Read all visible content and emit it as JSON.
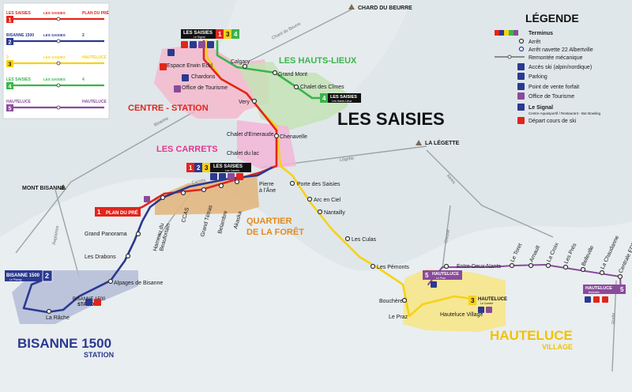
{
  "map": {
    "title": "LES SAISIES",
    "zones": {
      "centre_station": "CENTRE - STATION",
      "hauts_lieux": "LES HAUTS-LIEUX",
      "carrets": "LES CARRETS",
      "quartier_foret_1": "QUARTIER",
      "quartier_foret_2": "DE LA FORÊT",
      "bisanne_1": "BISANNE 1500",
      "bisanne_2": "STATION",
      "hauteluce_1": "HAUTELUCE",
      "hauteluce_2": "VILLAGE"
    },
    "peaks": {
      "chard": "CHARD DU BEURRE",
      "legette": "LA LÉGETTE",
      "mont_bisanne": "MONT BISANNE"
    },
    "roads": {
      "chard": "Chard du Beurre",
      "bisanne": "Bisanne",
      "carrets": "Carrets",
      "legette": "Légette",
      "xeres": "Xeres",
      "chozal": "Chozal",
      "replaines": "Replaines",
      "rodie": "Rodie"
    },
    "stops": {
      "calgary": "Calgary",
      "grand_mont": "Grand Mont",
      "espace_erwin": "Espace Erwin Eckl",
      "chardons": "Chardons",
      "office_tourisme": "Office de Tourisme",
      "chalet_cimes": "Chalet des Cîmes",
      "very": "Very",
      "chalet_emeraude": "Chalet d'Emeraude",
      "chenavelle": "Chenavelle",
      "chalet_lac": "Chalet du lac",
      "pierre_ane_1": "Pierre",
      "pierre_ane_2": "à l'Âne",
      "porte_saisies": "Porte des Saisies",
      "arc_ciel": "Arc en Ciel",
      "nantailly": "Nantailly",
      "culas": "Les Culas",
      "pemonts": "Les Pémonts",
      "bouchere": "Bouchère",
      "praz": "Le Praz",
      "hauteluce_village": "Hauteluce Village",
      "entre_deux_nants": "Entre-Deux-Nants",
      "toret": "Le Toret",
      "arnault": "Arnault",
      "la_croix": "La Croix",
      "les_pres": "Les Prés",
      "belleville": "Belleville",
      "chaudanne": "La Chaudanne",
      "centrale_edf": "Centrale EDF",
      "grand_panorama": "Grand Panorama",
      "drabons": "Les Drabons",
      "alpages": "Alpages de Bisanne",
      "rache": "La Râche",
      "hameau_1": "Hameau du",
      "hameau_2": "Beaufortain",
      "ccas": "CCAS",
      "grand_tetras": "Grand Tétras",
      "belambre": "Belambre",
      "akaska": "Akaska"
    },
    "terminus": {
      "saisies_top": "LES SAISIES",
      "saisies_top_sub": "Le Signal",
      "saisies_mid": "LES SAISIES",
      "saisies_mid_sub": "Les Carrets",
      "hautslieux": "LES SAISIES",
      "hautslieux_sub": "Les Hauts-Lieux",
      "plan_pre": "PLAN DU PRÉ",
      "bisanne": "BISANNE 1500",
      "bisanne_sub": "Le Planay",
      "bisanne_station_1": "BISANNE 1500",
      "bisanne_station_2": "STATION",
      "hauteluce_left": "HAUTELUCE",
      "hauteluce_left_sub": "Le Praz",
      "hauteluce_mid": "HAUTELUCE",
      "hauteluce_mid_sub": "Le Combe",
      "hauteluce_right": "HAUTELUCE",
      "hauteluce_right_sub": "Belleville"
    }
  },
  "line_bars": [
    {
      "num": "1",
      "color": "#e1251b",
      "from": "LES SAISIES",
      "mid": "LES SAISIES",
      "to": "PLAN DU PRÉ"
    },
    {
      "num": "2",
      "color": "#2b3990",
      "from": "BISANNE 1500",
      "mid": "LES SAISIES",
      "to": "2"
    },
    {
      "num": "3",
      "color": "#f7d117",
      "from": "3",
      "mid": "LES SAISIES",
      "to": "HAUTELUCE"
    },
    {
      "num": "4",
      "color": "#39b54a",
      "from": "LES SAISIES",
      "mid": "LES SAISIES",
      "to": "4"
    },
    {
      "num": "5",
      "color": "#8b4a9c",
      "from": "HAUTELUCE",
      "mid": "",
      "to": "HAUTELUCE"
    }
  ],
  "legend": {
    "title": "LÉGENDE",
    "items": [
      {
        "icon": "terminus-icon",
        "label": "Terminus"
      },
      {
        "icon": "stop-icon",
        "label": "Arrêt"
      },
      {
        "icon": "shuttle-stop-icon",
        "label": "Arrêt navette 22 Albertville"
      },
      {
        "icon": "lift-icon",
        "label": "Remontée mécanique"
      },
      {
        "icon": "ski-access-icon",
        "label": "Accès ski (alpin/nordique)"
      },
      {
        "icon": "parking-icon",
        "label": "Parking"
      },
      {
        "icon": "ticket-icon",
        "label": "Point de vente forfait"
      },
      {
        "icon": "tourism-office-icon",
        "label": "Office de Tourisme"
      },
      {
        "icon": "signal-icon",
        "label": "Le Signal"
      },
      {
        "icon": "ski-school-icon",
        "label": "Départ cours de ski"
      }
    ],
    "signal_sub": "Centre Aquasportif / Restaurant - Bar Bowling"
  },
  "colors": {
    "line1": "#e1251b",
    "line2": "#2b3990",
    "line3": "#f7d117",
    "line4": "#39b54a",
    "line5": "#8b4a9c",
    "zone_pink": "#f5b8cc",
    "zone_green": "#c3e3b5",
    "zone_orange": "#e2b681",
    "zone_yellow": "#f6e58a",
    "zone_blue": "#b4bcd8"
  }
}
